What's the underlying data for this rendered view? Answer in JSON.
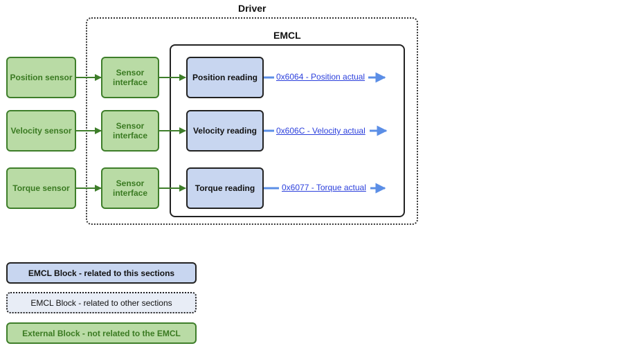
{
  "driver": {
    "title": "Driver"
  },
  "emcl": {
    "title": "EMCL"
  },
  "sensors": [
    {
      "label": "Position sensor"
    },
    {
      "label": "Velocity sensor"
    },
    {
      "label": "Torque sensor"
    }
  ],
  "interfaces": [
    {
      "label": "Sensor interface"
    },
    {
      "label": "Sensor interface"
    },
    {
      "label": "Sensor interface"
    }
  ],
  "readings": [
    {
      "label": "Position reading",
      "link": "0x6064 - Position actual"
    },
    {
      "label": "Velocity reading",
      "link": "0x606C - Velocity actual"
    },
    {
      "label": "Torque reading",
      "link": "0x6077 - Torque actual"
    }
  ],
  "legend": {
    "emcl_this": "EMCL Block - related to this sections",
    "emcl_other": "EMCL Block - related to other sections",
    "external": "External Block - not related to the EMCL"
  },
  "colors": {
    "external_fill": "#b9dba5",
    "external_border": "#3e7e2a",
    "emcl_fill": "#c8d6f0",
    "arrow_green": "#3e7e2a",
    "arrow_blue": "#5b8ee6",
    "link": "#2b3fdc"
  }
}
